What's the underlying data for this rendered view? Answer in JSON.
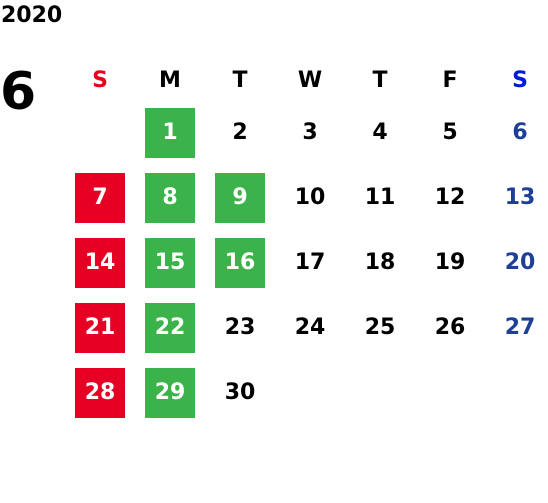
{
  "year": "2020",
  "month": "6",
  "weekdays": [
    "S",
    "M",
    "T",
    "W",
    "T",
    "F",
    "S"
  ],
  "colors": {
    "sunday_header": "#e8001c",
    "saturday_header": "#0018d8",
    "holiday_red": "#e60023",
    "closed_green": "#3bb34a",
    "saturday_text": "#1e3f96"
  },
  "weeks": [
    [
      {
        "day": "",
        "style": "none"
      },
      {
        "day": "1",
        "style": "green"
      },
      {
        "day": "2",
        "style": "none"
      },
      {
        "day": "3",
        "style": "none"
      },
      {
        "day": "4",
        "style": "none"
      },
      {
        "day": "5",
        "style": "none"
      },
      {
        "day": "6",
        "style": "sat"
      }
    ],
    [
      {
        "day": "7",
        "style": "red"
      },
      {
        "day": "8",
        "style": "green"
      },
      {
        "day": "9",
        "style": "green"
      },
      {
        "day": "10",
        "style": "none"
      },
      {
        "day": "11",
        "style": "none"
      },
      {
        "day": "12",
        "style": "none"
      },
      {
        "day": "13",
        "style": "sat"
      }
    ],
    [
      {
        "day": "14",
        "style": "red"
      },
      {
        "day": "15",
        "style": "green"
      },
      {
        "day": "16",
        "style": "green"
      },
      {
        "day": "17",
        "style": "none"
      },
      {
        "day": "18",
        "style": "none"
      },
      {
        "day": "19",
        "style": "none"
      },
      {
        "day": "20",
        "style": "sat"
      }
    ],
    [
      {
        "day": "21",
        "style": "red"
      },
      {
        "day": "22",
        "style": "green"
      },
      {
        "day": "23",
        "style": "none"
      },
      {
        "day": "24",
        "style": "none"
      },
      {
        "day": "25",
        "style": "none"
      },
      {
        "day": "26",
        "style": "none"
      },
      {
        "day": "27",
        "style": "sat"
      }
    ],
    [
      {
        "day": "28",
        "style": "red"
      },
      {
        "day": "29",
        "style": "green"
      },
      {
        "day": "30",
        "style": "none"
      },
      {
        "day": "",
        "style": "none"
      },
      {
        "day": "",
        "style": "none"
      },
      {
        "day": "",
        "style": "none"
      },
      {
        "day": "",
        "style": "none"
      }
    ]
  ]
}
